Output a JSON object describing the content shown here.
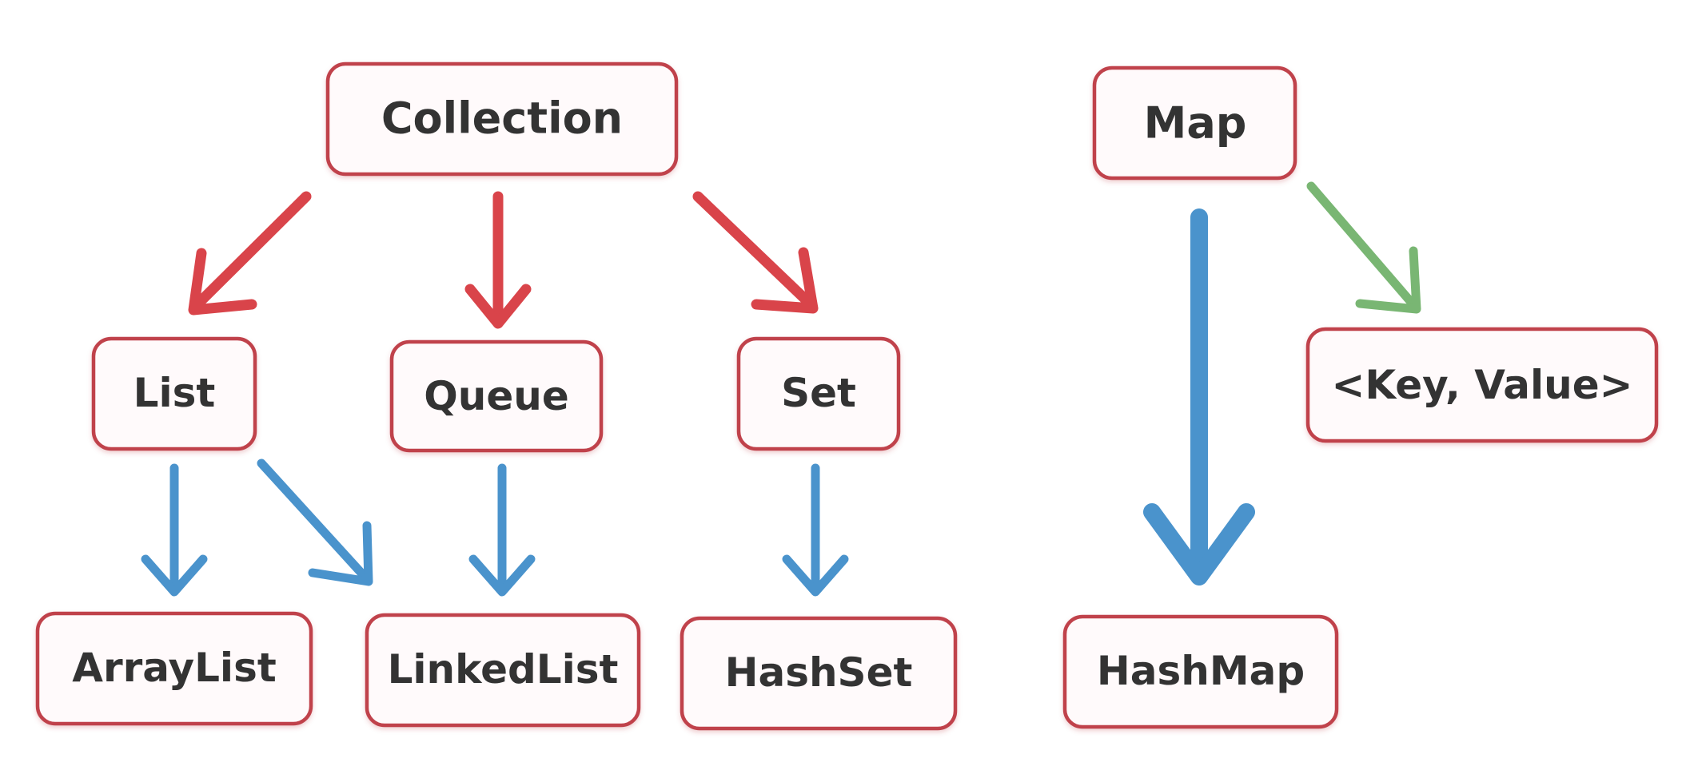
{
  "nodes": {
    "collection": "Collection",
    "map": "Map",
    "list": "List",
    "queue": "Queue",
    "set": "Set",
    "key_value": "<Key, Value>",
    "arraylist": "ArrayList",
    "linkedlist": "LinkedList",
    "hashset": "HashSet",
    "hashmap": "HashMap"
  },
  "colors": {
    "box_border": "#c0434c",
    "box_fill": "#fffafb",
    "text": "#333333",
    "arrow_red": "#d9444a",
    "arrow_blue": "#4a93cc",
    "arrow_green": "#79b673"
  }
}
